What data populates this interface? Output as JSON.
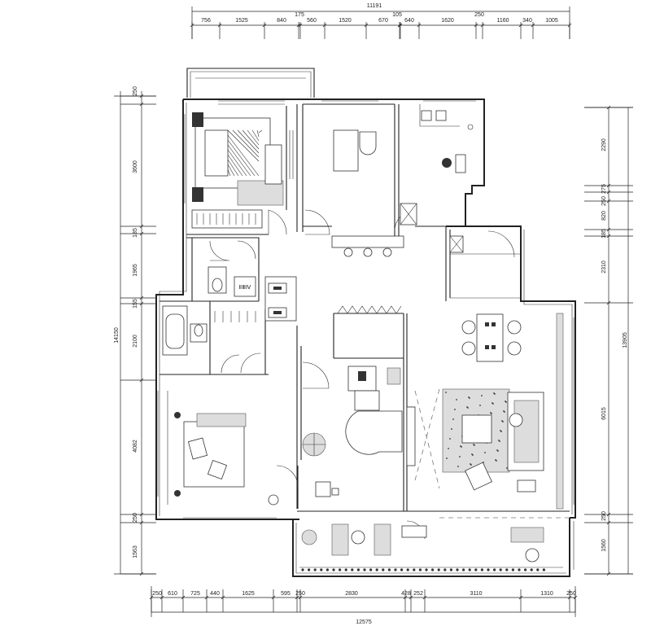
{
  "dimensions": {
    "top_total": "11191",
    "top_segments": [
      "756",
      "1525",
      "840",
      "175",
      "560",
      "1520",
      "670",
      "105",
      "640",
      "1620",
      "250",
      "1160",
      "340",
      "1005"
    ],
    "bottom_total": "12575",
    "bottom_segments": [
      "250",
      "610",
      "725",
      "440",
      "1625",
      "595",
      "250",
      "2830",
      "428",
      "252",
      "3110",
      "1310",
      "250"
    ],
    "left_total": "14150",
    "left_segments": [
      "250",
      "3600",
      "185",
      "1965",
      "155",
      "2100",
      "4082",
      "250",
      "1563"
    ],
    "right_total": "13905",
    "right_segments": [
      "2290",
      "275",
      "250",
      "820",
      "185",
      "2310",
      "6015",
      "250",
      "1560"
    ],
    "bath_label": "ⅡⅢⅣ"
  }
}
